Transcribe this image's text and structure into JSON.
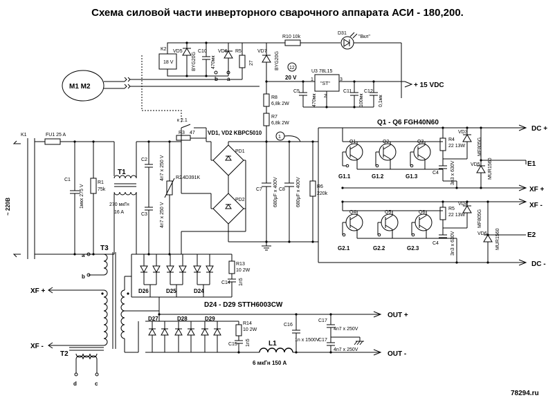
{
  "title": "Схема силовой части инверторного сварочного аппарата АСИ - 180,200.",
  "watermark": "78294.ru",
  "mains": {
    "label": "~ 220В",
    "k1": "K1",
    "fu1": "FU1 25 A",
    "c1": "C1",
    "c1_val": "1мкх 275 V",
    "r1": "R1",
    "r1_val": "75k"
  },
  "t1": {
    "name": "T1",
    "val1": "270 мкГн",
    "val2": "16 A"
  },
  "snubber": {
    "c2": "C2",
    "c2_val": "4n7 x 250 V",
    "c3": "C3",
    "c3_val": "4n7 x 250 V",
    "r2": "R2",
    "r2_val": "14D391K"
  },
  "relay": {
    "k21": "к 2.1",
    "r3": "R3",
    "r3_val": "47",
    "k2": "K2",
    "k2_val": "18 V",
    "m": "M1 M2"
  },
  "bridge": {
    "label": "VD1, VD2  KBPC5010",
    "pd1": "PD1",
    "pd2": "PD2",
    "c7": "C7",
    "c7_val": "680μF x 400V",
    "c8": "C8",
    "c8_val": "680μF x 400V",
    "r6": "R6",
    "r6_val": "220k"
  },
  "aux": {
    "vd5": "VD5",
    "vd5_type": "BYG20G",
    "c10": "C10",
    "c10_val": "470мк",
    "vd6": "VD6",
    "vd7": "VD7",
    "vd7_type": "BYG20G",
    "r5": "R5",
    "r5_val": "27",
    "r10": "R10 10k",
    "d31": "D31",
    "d31_label": "\"Вкл\"",
    "r8": "R8",
    "r8_val": "6,8k 2W",
    "r7": "R7",
    "r7_val": "6,8k 2W",
    "u3": "U3  78L15",
    "u3_st": "\"ST\"",
    "c5": "C5",
    "c5_val": "470мк",
    "c11": "C11",
    "c11_val": "100мк",
    "c12": "C12",
    "c12_val": "0,1мк",
    "v20": "20 V",
    "plus15": "+ 15 VDC",
    "pin1": "1",
    "pin2": "2",
    "pin3": "3",
    "tp12": "12",
    "tp1": "1",
    "a": "a",
    "b": "b"
  },
  "inverter": {
    "q_label": "Q1 - Q6  FGH40N60",
    "upper": [
      "Q1",
      "Q2",
      "Q3"
    ],
    "lower": [
      "Q4",
      "Q5",
      "Q6"
    ],
    "g_upper": [
      "G1.1",
      "G1.2",
      "G1.3"
    ],
    "g_lower": [
      "G2.1",
      "G2.2",
      "G2.3"
    ],
    "r4": "R4",
    "r4_val": "22 13W",
    "r5b": "R5",
    "r5b_val": "22 13W",
    "vd3": "VD3",
    "vd3_type": "MF805G",
    "vd4": "VD4",
    "vd4_type": "MF805G",
    "vd5b": "VD5",
    "vd5b_type": "MUR1560",
    "vd6b": "VD6",
    "vd6b_type": "MUR1560",
    "c4a": "C4",
    "c4a_val": "3n3 x 630V",
    "c4b": "C4",
    "c4b_val": "3n3 x 630V",
    "rails": {
      "dcp": "DC +",
      "dcm": "DC -",
      "e1": "E1",
      "e2": "E2",
      "xfp": "XF +",
      "xfm": "XF -"
    }
  },
  "output": {
    "t3": "T3",
    "t2": "T2",
    "a": "a",
    "b": "b",
    "c": "c",
    "d": "d",
    "xfp": "XF +",
    "xfm": "XF -",
    "d24": "D24",
    "d25": "D25",
    "d26": "D26",
    "d27": "D27",
    "d28": "D28",
    "d29": "D29",
    "diodes": "D24 - D29  STTH6003CW",
    "r13": "R13",
    "r13_val": "10 2W",
    "c14": "C14",
    "c14_val": "1n5",
    "r14": "R14",
    "r14_val": "10 2W",
    "c15": "C15",
    "c15_val": "1n5",
    "c16": "C16",
    "c16_val": "1n x 1500V",
    "c17a": "C17",
    "c17a_val": "4n7 x 250V",
    "c17b": "C17",
    "c17b_val": "4n7 x 250V",
    "l1": "L1",
    "l1_val": "6 мкГн  150 A",
    "outp": "OUT +",
    "outm": "OUT -"
  }
}
